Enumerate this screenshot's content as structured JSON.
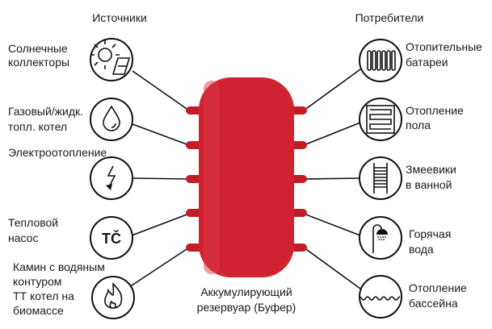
{
  "headers": {
    "sources": "Источники",
    "consumers": "Потребители"
  },
  "tank_label": [
    "Аккумулирующий",
    "резервуар (Буфер)"
  ],
  "sources": [
    {
      "icon": "solar-collector-icon",
      "lines": [
        "Солнечные",
        "коллекторы"
      ]
    },
    {
      "icon": "drop-icon",
      "lines": [
        "Газовый/жидк.",
        "топл. котел"
      ]
    },
    {
      "icon": "lightning-icon",
      "lines": [
        "Электроотопление"
      ]
    },
    {
      "icon": "heat-pump-icon",
      "icon_text": "TČ",
      "lines": [
        "Тепловой",
        "насос"
      ]
    },
    {
      "icon": "flame-icon",
      "lines": [
        "Камин с водяным",
        "контуром",
        "ТТ котел на",
        "биомассе"
      ]
    }
  ],
  "consumers": [
    {
      "icon": "radiator-icon",
      "lines": [
        "Отопительные",
        "батареи"
      ]
    },
    {
      "icon": "floor-heating-icon",
      "lines": [
        "Отопление",
        "пола"
      ]
    },
    {
      "icon": "towel-rail-icon",
      "lines": [
        "Змеевики",
        "в ванной"
      ]
    },
    {
      "icon": "shower-icon",
      "lines": [
        "Горячая",
        "вода"
      ]
    },
    {
      "icon": "pool-icon",
      "lines": [
        "Отопление",
        "бассейна"
      ]
    }
  ],
  "colors": {
    "tank": "#d0232f",
    "stroke": "#111111"
  }
}
